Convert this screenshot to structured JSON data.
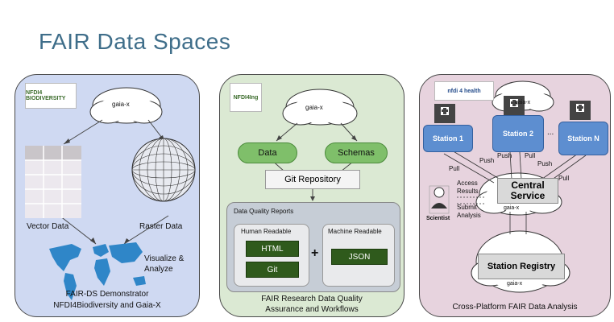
{
  "title": "FAIR Data Spaces",
  "gaiax_label": "gaia-x",
  "panel1": {
    "logo": "NFDI4 BIODIVERSITY",
    "vector_label": "Vector Data",
    "raster_label": "Raster Data",
    "visualize_label": "Visualize & Analyze",
    "caption_line1": "FAIR-DS Demonstrator",
    "caption_line2": "NFDI4Biodiversity and Gaia-X"
  },
  "panel2": {
    "logo": "NFDI4Ing",
    "data_label": "Data",
    "schemas_label": "Schemas",
    "git_repo_label": "Git Repository",
    "reports_title": "Data Quality Reports",
    "human_label": "Human Readable",
    "machine_label": "Machine Readable",
    "html_label": "HTML",
    "git_label": "Git",
    "json_label": "JSON",
    "plus": "+",
    "caption_line1": "FAIR Research Data Quality",
    "caption_line2": "Assurance and Workflows"
  },
  "panel3": {
    "logo": "nfdi 4 health",
    "station1": "Station 1",
    "station2": "Station 2",
    "stationN": "Station N",
    "ellipsis": "...",
    "push": "Push",
    "pull": "Pull",
    "central_line1": "Central",
    "central_line2": "Service",
    "access_results": "Access Results",
    "submit_analysis": "Submit Analysis",
    "scientist": "Scientist",
    "registry": "Station Registry",
    "caption": "Cross-Platform FAIR Data Analysis"
  }
}
